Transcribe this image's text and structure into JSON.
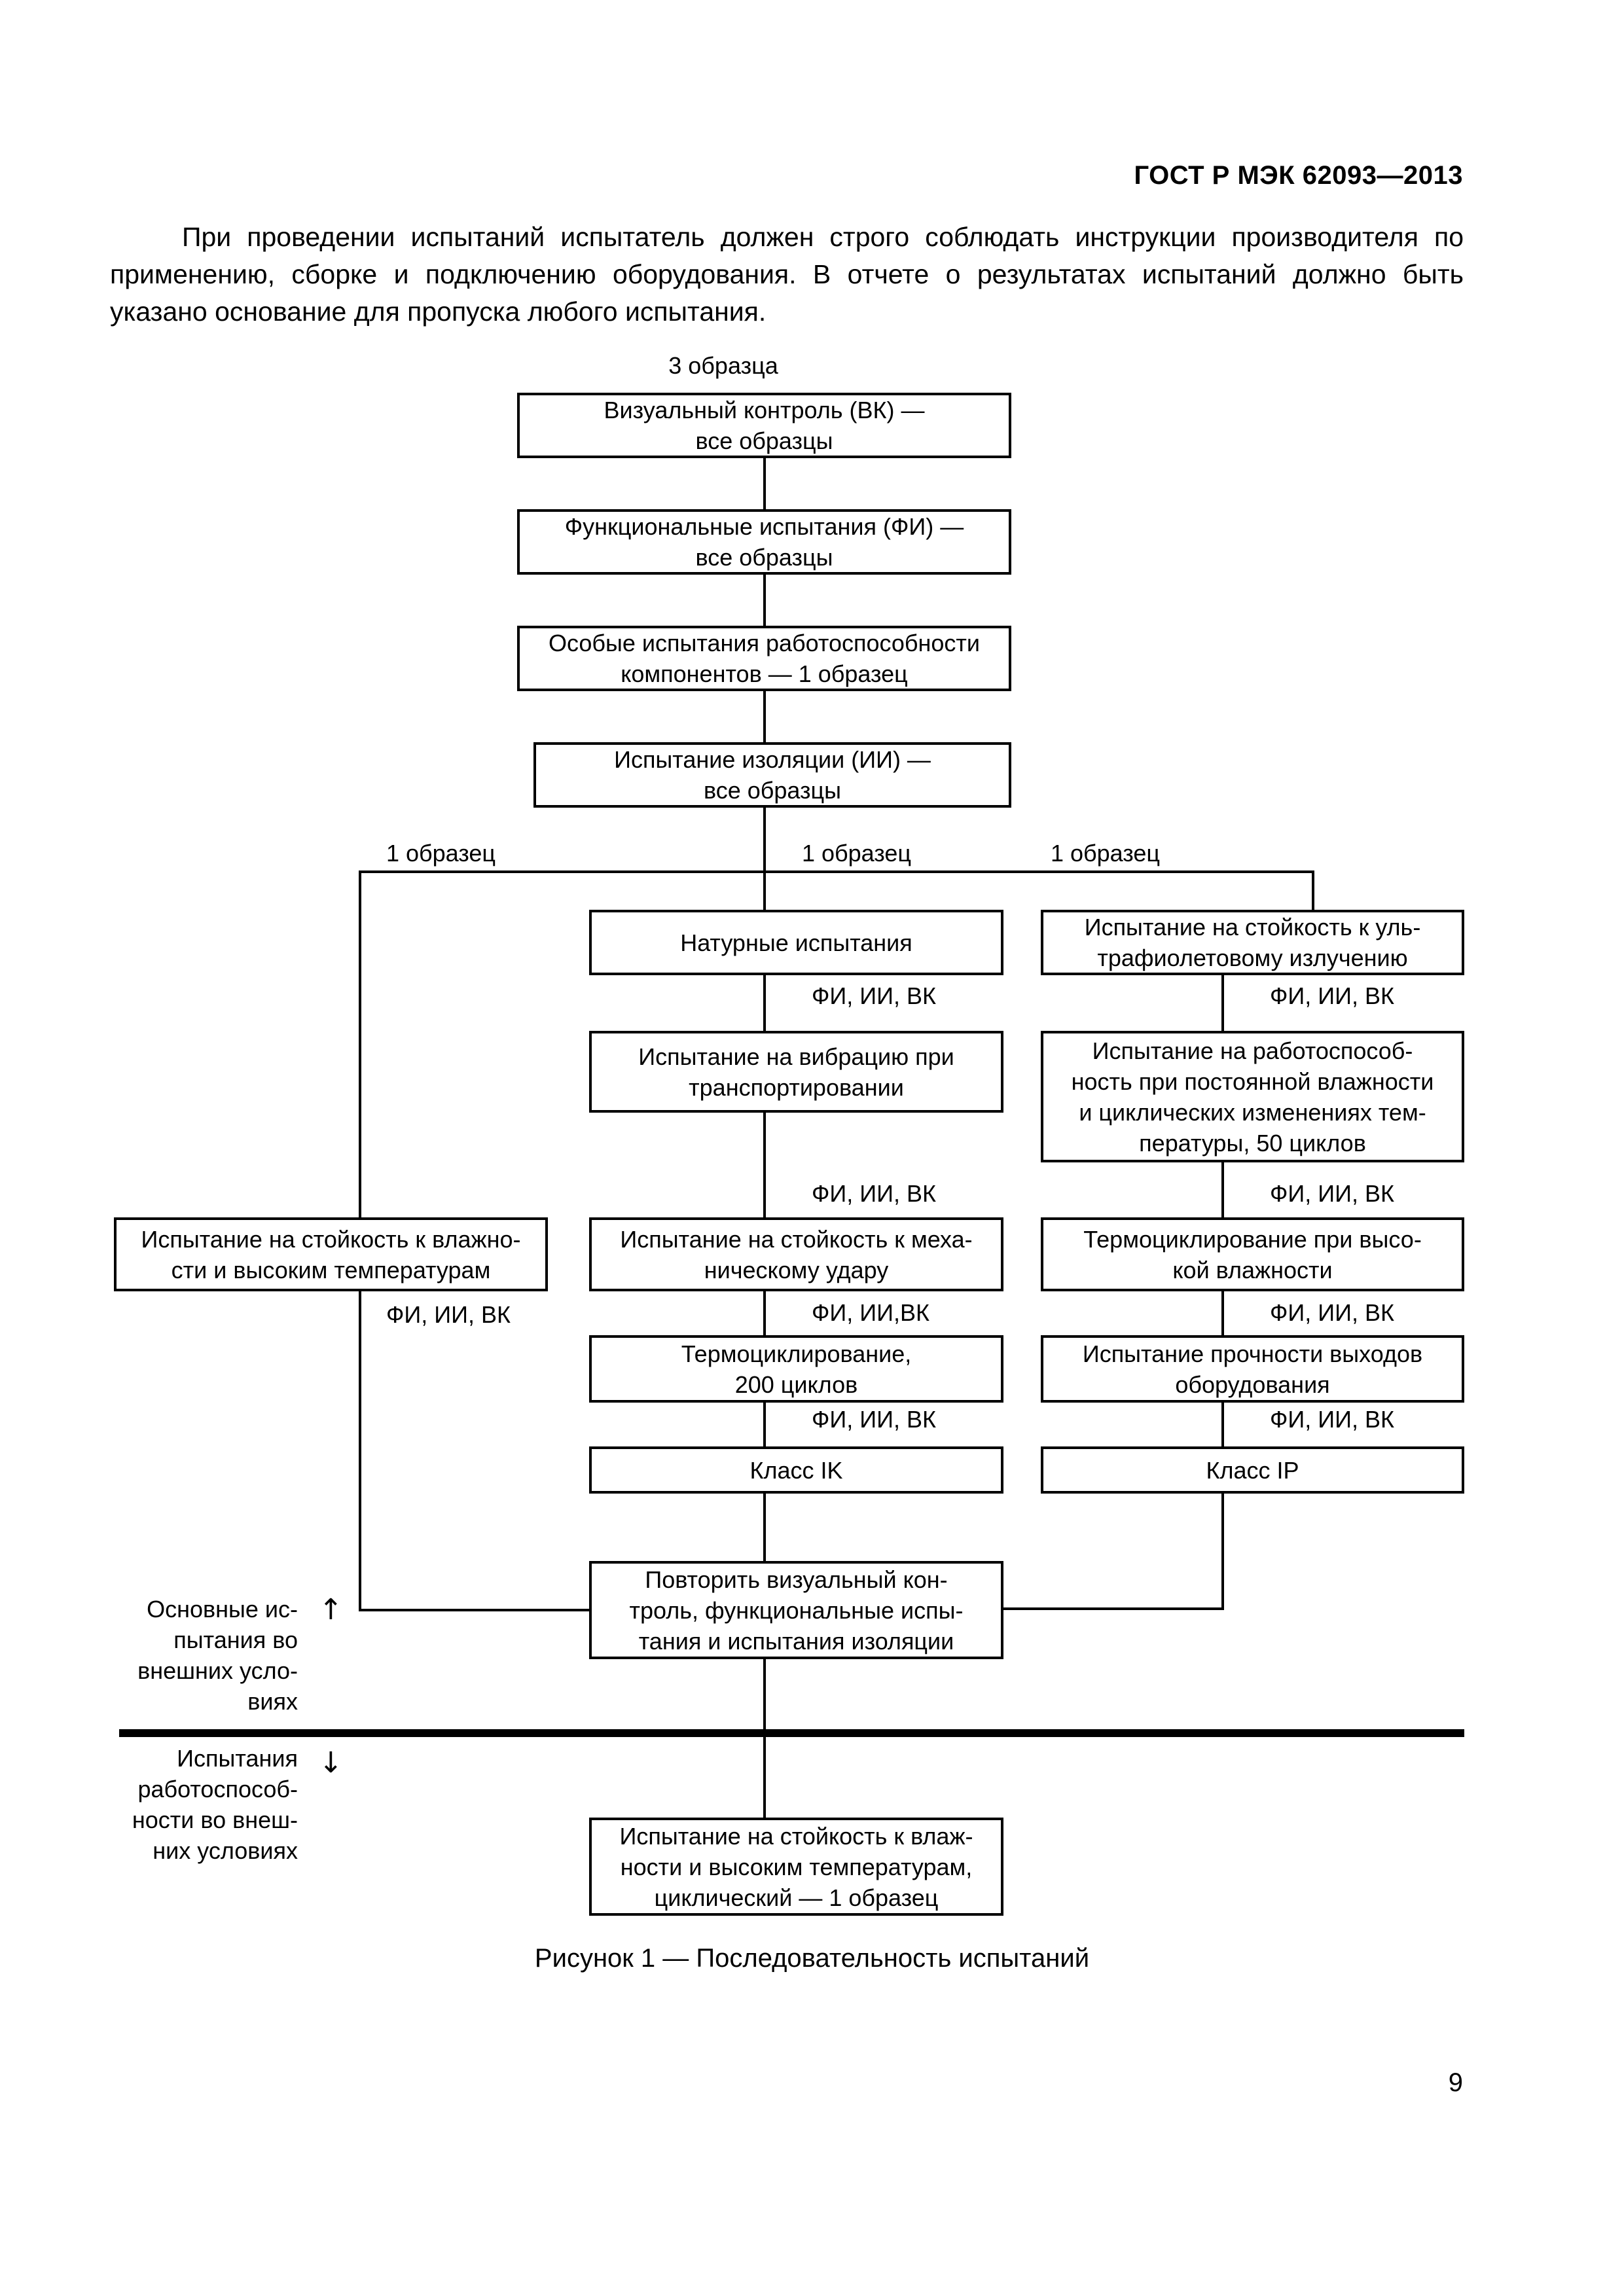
{
  "header": {
    "standard_code": "ГОСТ Р МЭК 62093—2013"
  },
  "paragraph": {
    "text": "При проведении испытаний испытатель должен строго соблюдать инструкции производителя по применению, сборке и подключению оборудования. В отчете о результатах испытаний должно быть указано основание для пропуска любого испытания."
  },
  "figure": {
    "caption": "Рисунок 1 — Последовательность испытаний",
    "top_label": "3 образца",
    "branch_labels": {
      "left": "1 образец",
      "middle": "1 образец",
      "right": "1 образец"
    },
    "section_labels": {
      "upper": "Основные ис-\nпытания во\nвнешних усло-\nвиях",
      "lower": "Испытания\nработоспособ-\nности во внеш-\nних условиях",
      "upper_arrow": "↑",
      "lower_arrow": "↓"
    },
    "edge_labels": {
      "fi_ii_vk": "ФИ, ИИ, ВК",
      "fi_ii_vk_tight": "ФИ, ИИ,ВК"
    },
    "nodes": {
      "visual_inspection": "Визуальный контроль (ВК) —\nвсе образцы",
      "functional_tests": "Функциональные испытания (ФИ) —\nвсе образцы",
      "special_performance": "Особые испытания работоспособности\nкомпонентов — 1 образец",
      "insulation_test": "Испытание изоляции (ИИ) —\nвсе образцы",
      "left_humidity_heat": "Испытание на стойкость к влажно-\nсти и высоким температурам",
      "field_tests": "Натурные испытания",
      "transport_vibration": "Испытание на вибрацию при\nтранспортировании",
      "mechanical_shock": "Испытание на стойкость к меха-\nническому удару",
      "thermal_cycling_200": "Термоциклирование,\n200 циклов",
      "class_ik": "Класс IK",
      "uv_resistance": "Испытание на стойкость к уль-\nтрафиолетовому излучению",
      "humidity_temp_cycle_50": "Испытание на работоспособ-\nность при постоянной влажности\nи циклических изменениях тем-\nпературы, 50 циклов",
      "thermal_cycling_humidity": "Термоциклирование при высо-\nкой влажности",
      "terminal_strength": "Испытание прочности выходов\nоборудования",
      "class_ip": "Класс IP",
      "repeat_checks": "Повторить визуальный кон-\nтроль, функциональные испы-\nтания и испытания изоляции",
      "humidity_heat_cyclic": "Испытание на стойкость к влаж-\nности и высоким температурам,\nциклический — 1 образец"
    }
  },
  "footer": {
    "page_number": "9"
  }
}
